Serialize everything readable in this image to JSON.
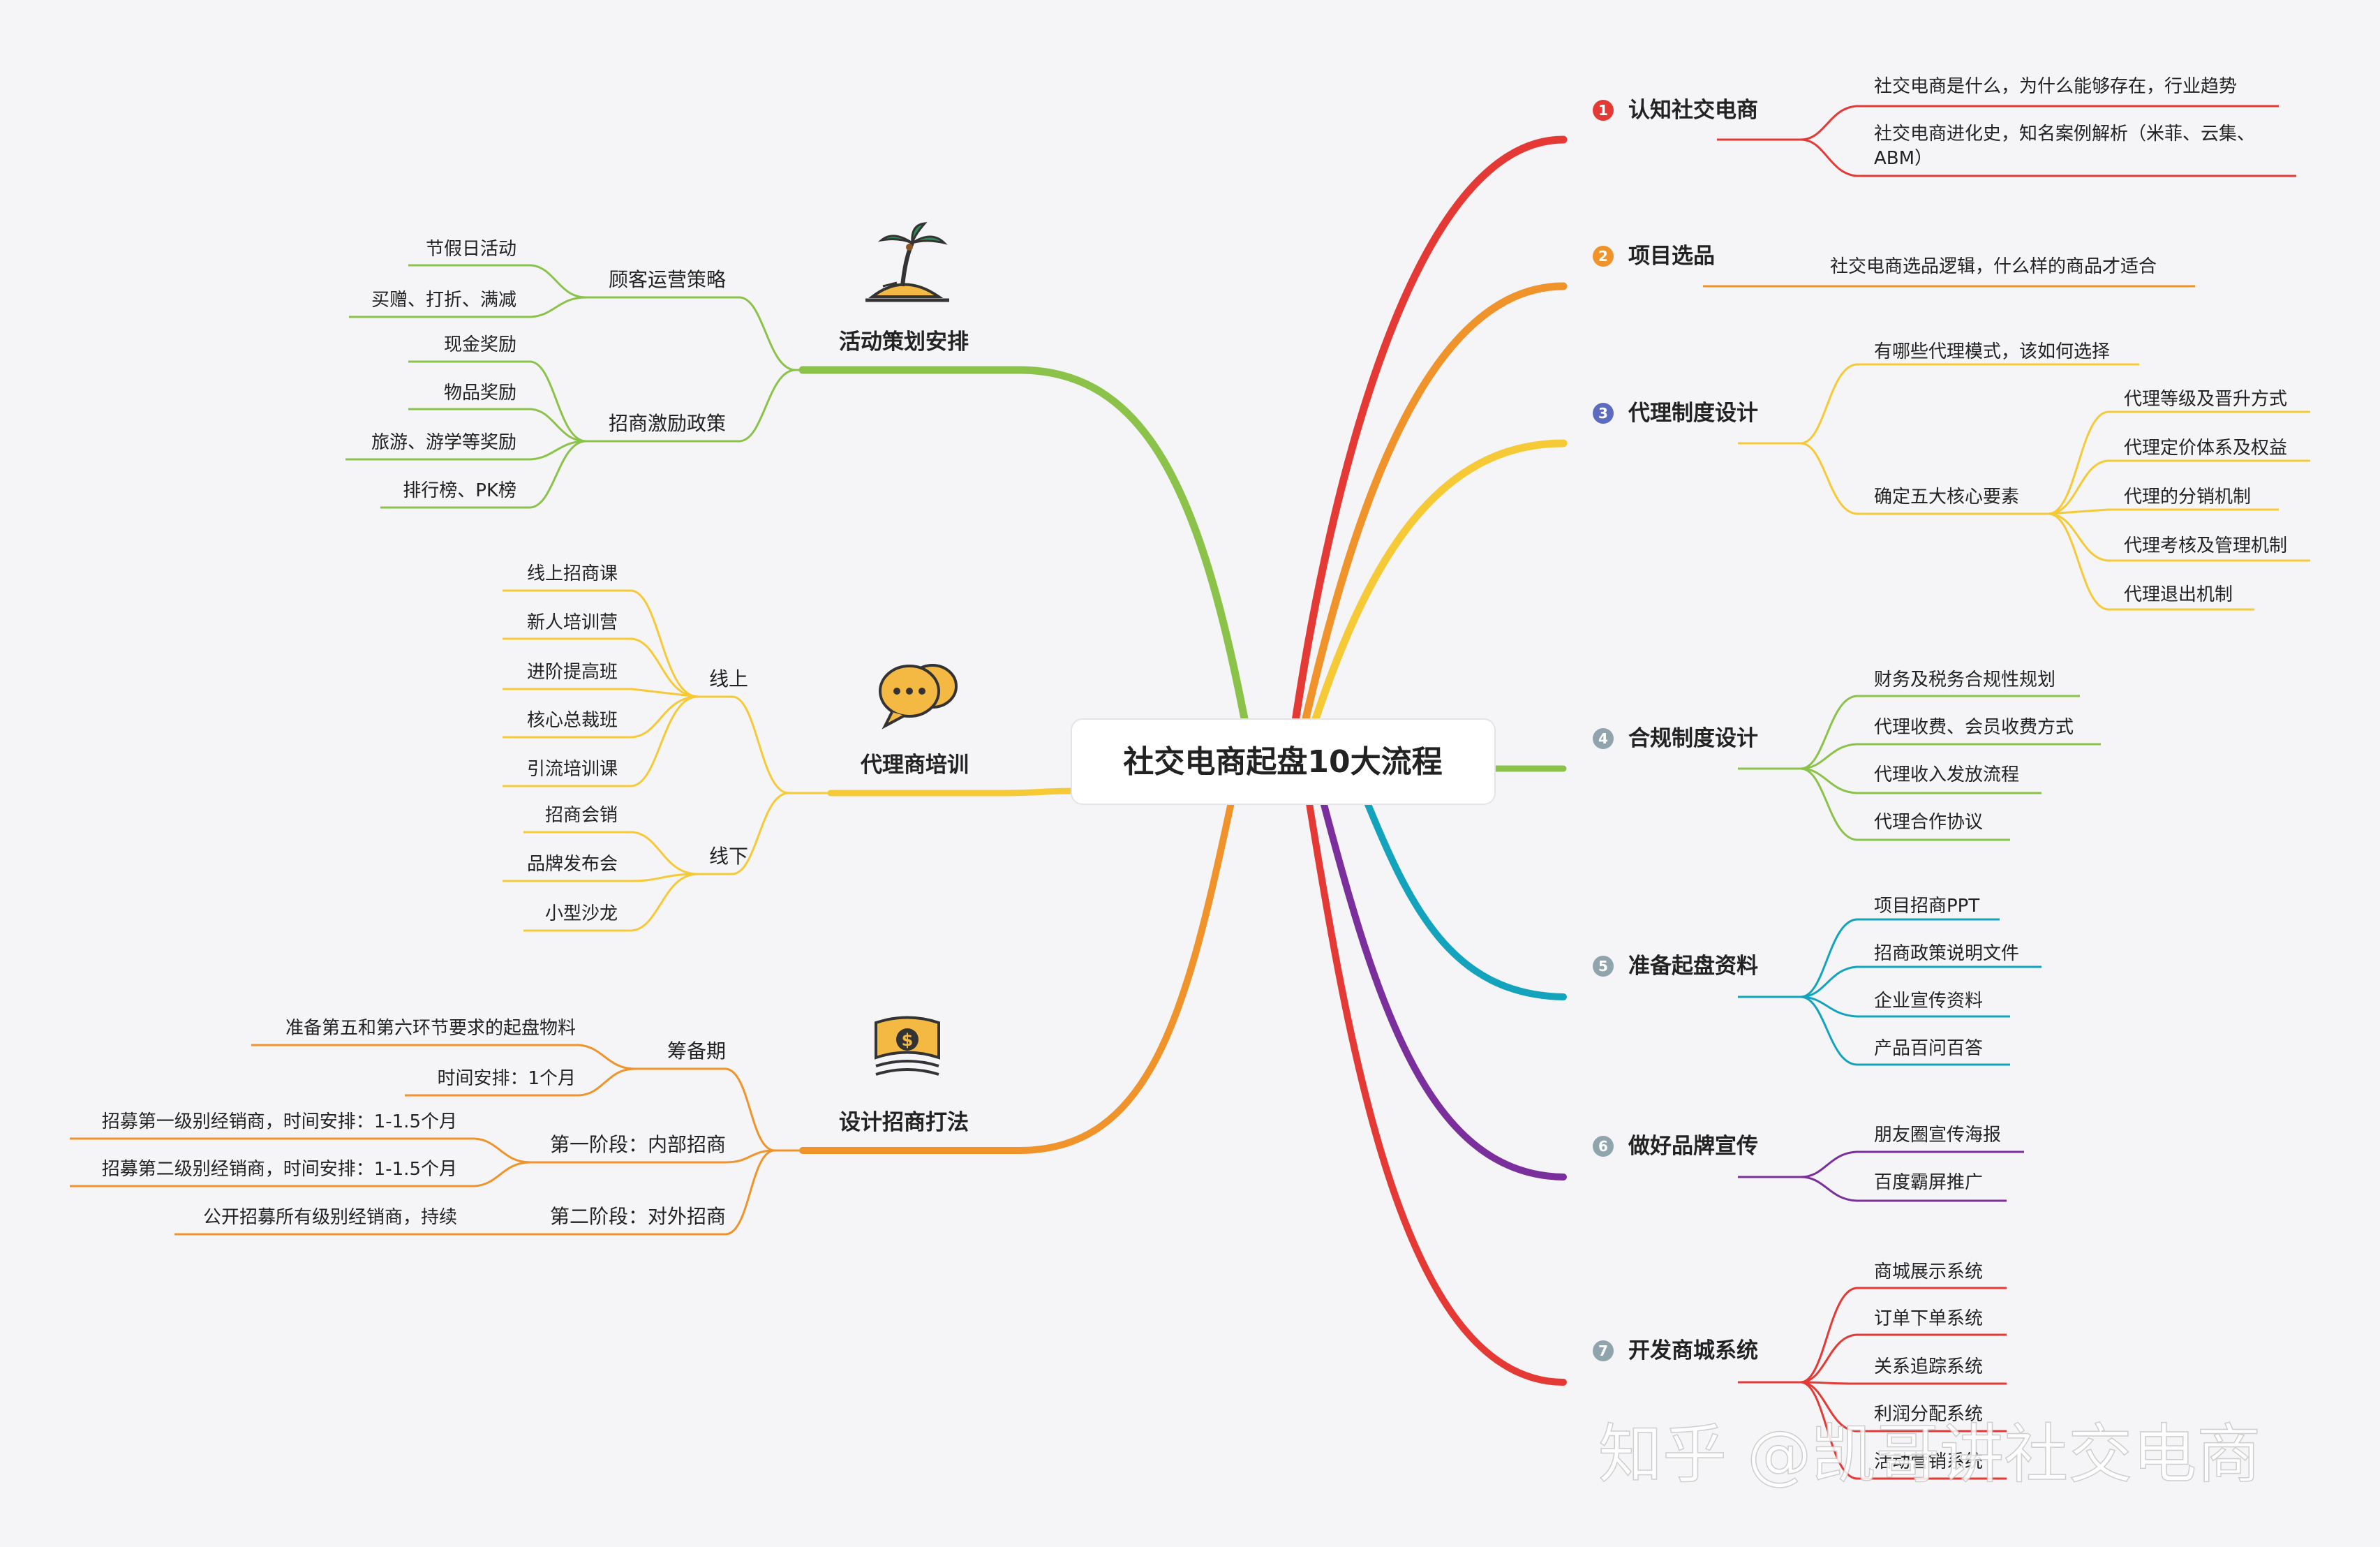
{
  "root": "社交电商起盘10大流程",
  "watermark": "知乎 @凯哥讲社交电商",
  "colors": {
    "b1": "#e53935",
    "b2": "#f0932b",
    "b3": "#f6c936",
    "b4": "#8bc34a",
    "b5": "#13a3bd",
    "b6": "#7b2f9c",
    "b7": "#e53935",
    "left_activity": "#8bc34a",
    "left_training": "#f6c936",
    "left_design": "#f0932b"
  },
  "right": [
    {
      "num": "1",
      "title": "认知社交电商",
      "children": [
        {
          "text": "社交电商是什么，为什么能够存在，行业趋势"
        },
        {
          "text": "社交电商进化史，知名案例解析（米菲、云集、",
          "text2": "ABM）"
        }
      ]
    },
    {
      "num": "2",
      "title": "项目选品",
      "children": [
        {
          "text": "社交电商选品逻辑，什么样的商品才适合"
        }
      ]
    },
    {
      "num": "3",
      "title": "代理制度设计",
      "children": [
        {
          "text": "有哪些代理模式，该如何选择"
        },
        {
          "text": "确定五大核心要素",
          "children": [
            {
              "text": "代理等级及晋升方式"
            },
            {
              "text": "代理定价体系及权益"
            },
            {
              "text": "代理的分销机制"
            },
            {
              "text": "代理考核及管理机制"
            },
            {
              "text": "代理退出机制"
            }
          ]
        }
      ]
    },
    {
      "num": "4",
      "title": "合规制度设计",
      "children": [
        {
          "text": "财务及税务合规性规划"
        },
        {
          "text": "代理收费、会员收费方式"
        },
        {
          "text": "代理收入发放流程"
        },
        {
          "text": "代理合作协议"
        }
      ]
    },
    {
      "num": "5",
      "title": "准备起盘资料",
      "children": [
        {
          "text": "项目招商PPT"
        },
        {
          "text": "招商政策说明文件"
        },
        {
          "text": "企业宣传资料"
        },
        {
          "text": "产品百问百答"
        }
      ]
    },
    {
      "num": "6",
      "title": "做好品牌宣传",
      "children": [
        {
          "text": "朋友圈宣传海报"
        },
        {
          "text": "百度霸屏推广"
        }
      ]
    },
    {
      "num": "7",
      "title": "开发商城系统",
      "children": [
        {
          "text": "商城展示系统"
        },
        {
          "text": "订单下单系统"
        },
        {
          "text": "关系追踪系统"
        },
        {
          "text": "利润分配系统"
        },
        {
          "text": "活动营销系统"
        }
      ]
    }
  ],
  "left": [
    {
      "title": "活动策划安排",
      "icon": "island-palm-icon",
      "children": [
        {
          "text": "顾客运营策略",
          "children": [
            {
              "text": "节假日活动"
            },
            {
              "text": "买赠、打折、满减"
            }
          ]
        },
        {
          "text": "招商激励政策",
          "children": [
            {
              "text": "现金奖励"
            },
            {
              "text": "物品奖励"
            },
            {
              "text": "旅游、游学等奖励"
            },
            {
              "text": "排行榜、PK榜"
            }
          ]
        }
      ]
    },
    {
      "title": "代理商培训",
      "icon": "chat-bubbles-icon",
      "children": [
        {
          "text": "线上",
          "children": [
            {
              "text": "线上招商课"
            },
            {
              "text": "新人培训营"
            },
            {
              "text": "进阶提高班"
            },
            {
              "text": "核心总裁班"
            },
            {
              "text": "引流培训课"
            }
          ]
        },
        {
          "text": "线下",
          "children": [
            {
              "text": "招商会销"
            },
            {
              "text": "品牌发布会"
            },
            {
              "text": "小型沙龙"
            }
          ]
        }
      ]
    },
    {
      "title": "设计招商打法",
      "icon": "money-bill-icon",
      "children": [
        {
          "text": "筹备期",
          "children": [
            {
              "text": "准备第五和第六环节要求的起盘物料"
            },
            {
              "text": "时间安排：1个月"
            }
          ]
        },
        {
          "text": "第一阶段：内部招商",
          "children": [
            {
              "text": "招募第一级别经销商，时间安排：1-1.5个月"
            },
            {
              "text": "招募第二级别经销商，时间安排：1-1.5个月"
            }
          ]
        },
        {
          "text": "第二阶段：对外招商",
          "children": [
            {
              "text": "公开招募所有级别经销商，持续"
            }
          ]
        }
      ]
    }
  ]
}
